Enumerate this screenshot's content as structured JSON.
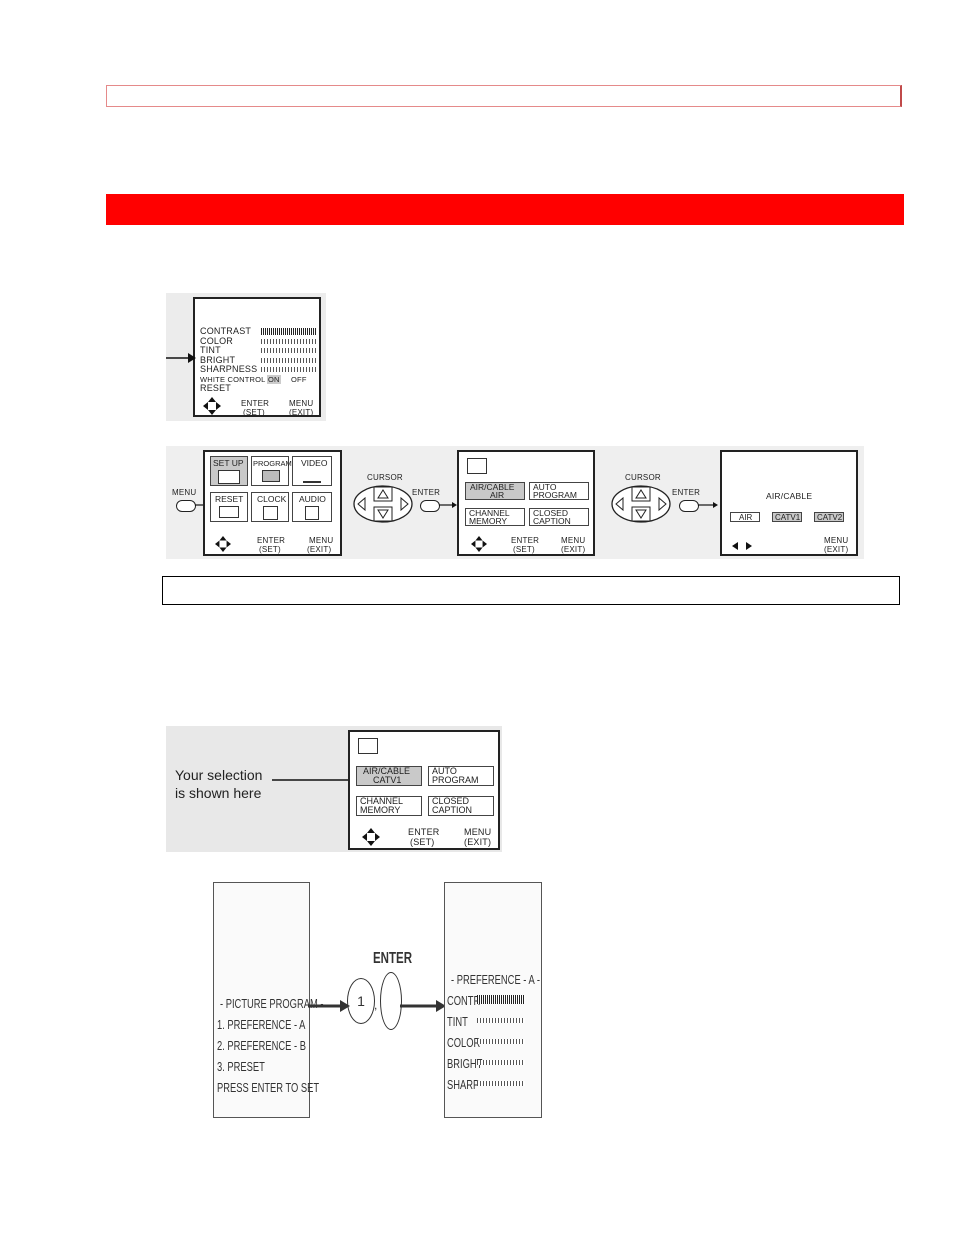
{
  "fig1": {
    "items": [
      "CONTRAST",
      "COLOR",
      "TINT",
      "BRIGHT",
      "SHARPNESS"
    ],
    "white_control": "WHITE CONTROL",
    "on": "ON",
    "off": "OFF",
    "reset": "RESET",
    "enter": "ENTER",
    "set": "(SET)",
    "menu": "MENU",
    "exit": "(EXIT)"
  },
  "flow": {
    "menu_label": "MENU",
    "cursor_label": "CURSOR",
    "enter_label": "ENTER",
    "main_menu": {
      "cells": [
        "SET UP",
        "PROGRAM",
        "VIDEO",
        "RESET",
        "CLOCK",
        "AUDIO"
      ],
      "enter": "ENTER",
      "set": "(SET)",
      "menu": "MENU",
      "exit": "(EXIT)"
    },
    "setup_menu": {
      "air_cable": "AIR/CABLE",
      "air": "AIR",
      "auto": "AUTO",
      "program": "PROGRAM",
      "channel": "CHANNEL",
      "memory": "MEMORY",
      "closed": "CLOSED",
      "caption": "CAPTION",
      "enter": "ENTER",
      "set": "(SET)",
      "menu": "MENU",
      "exit": "(EXIT)"
    },
    "aircable_menu": {
      "title": "AIR/CABLE",
      "options": [
        "AIR",
        "CATV1",
        "CATV2"
      ],
      "menu": "MENU",
      "exit": "(EXIT)"
    }
  },
  "fig3": {
    "callout_line1": "Your selection",
    "callout_line2": "is shown here",
    "air_cable": "AIR/CABLE",
    "catv1": "CATV1",
    "auto": "AUTO",
    "program": "PROGRAM",
    "channel": "CHANNEL",
    "memory": "MEMORY",
    "closed": "CLOSED",
    "caption": "CAPTION",
    "enter": "ENTER",
    "set": "(SET)",
    "menu": "MENU",
    "exit": "(EXIT)"
  },
  "fig4": {
    "left_lines": [
      "- PICTURE PROGRAM -",
      "1. PREFERENCE - A",
      "2. PREFERENCE - B",
      "3. PRESET",
      "PRESS ENTER TO SET"
    ],
    "button_1": "1",
    "enter": "ENTER",
    "right_title": "- PREFERENCE - A -",
    "right_items": [
      "CONTR",
      "TINT",
      "COLOR",
      "BRIGHT",
      "SHARP"
    ]
  }
}
